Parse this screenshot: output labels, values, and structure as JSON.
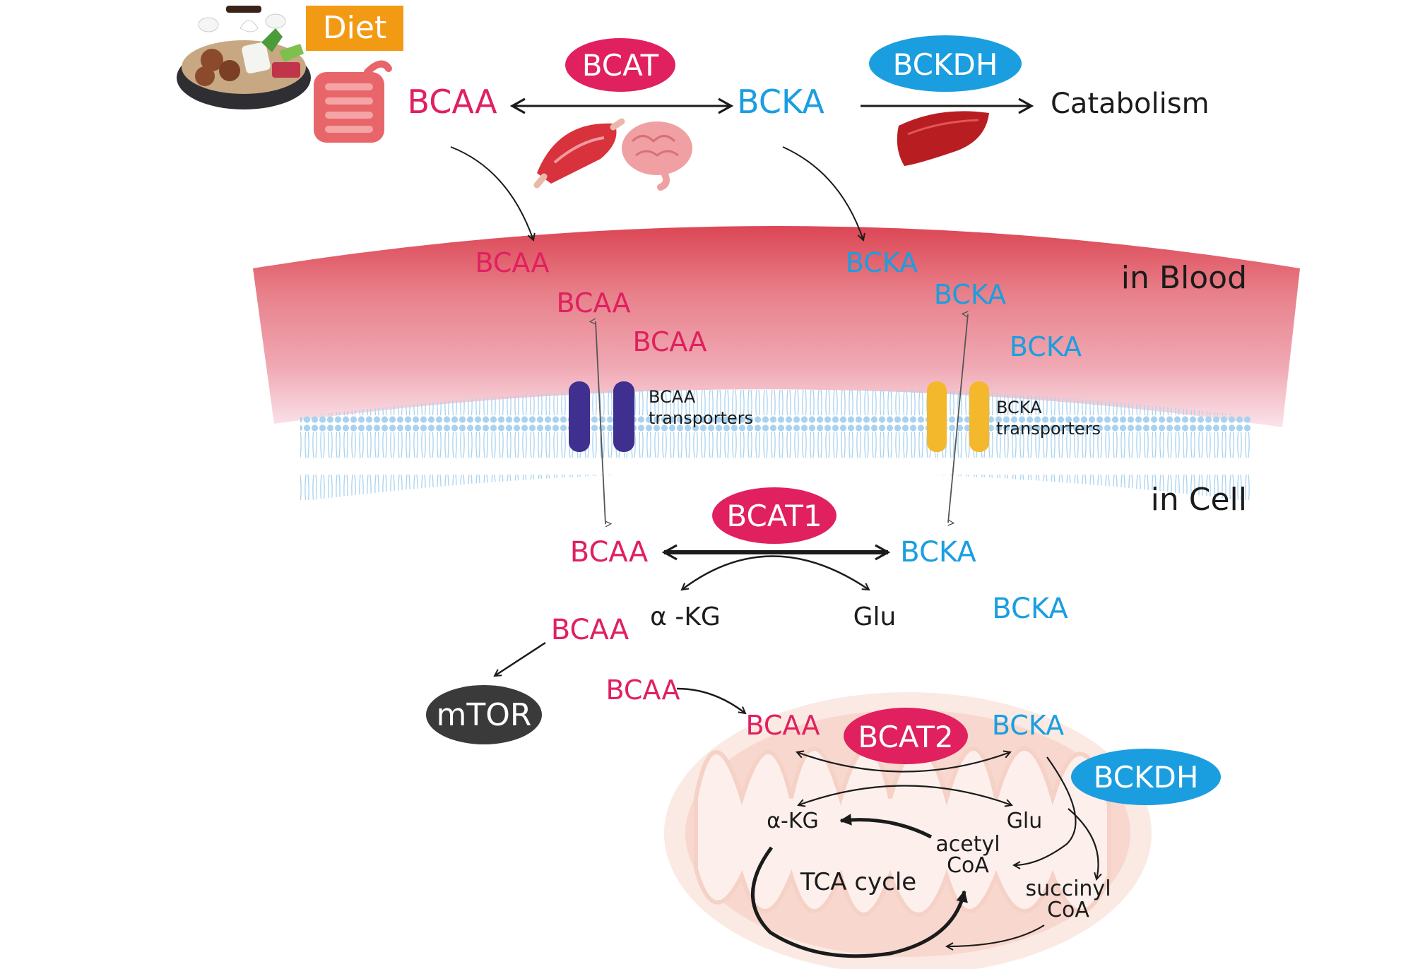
{
  "top": {
    "diet": "Diet",
    "bcaa": "BCAA",
    "bcat": "BCAT",
    "bcka": "BCKA",
    "bckdh": "BCKDH",
    "catabolism": "Catabolism"
  },
  "blood": {
    "region_label": "in Blood",
    "bcaa_1": "BCAA",
    "bcaa_2": "BCAA",
    "bcaa_3": "BCAA",
    "bcka_1": "BCKA",
    "bcka_2": "BCKA",
    "bcka_3": "BCKA"
  },
  "membrane": {
    "bcaa_transporters_line1": "BCAA",
    "bcaa_transporters_line2": "transporters",
    "bcka_transporters_line1": "BCKA",
    "bcka_transporters_line2": "transporters"
  },
  "cell": {
    "region_label": "in Cell",
    "bcaa": "BCAA",
    "bcat1": "BCAT1",
    "bcka": "BCKA",
    "akg": "α -KG",
    "glu": "Glu",
    "bcka_2": "BCKA",
    "bcaa_2": "BCAA",
    "mtor": "mTOR",
    "bcaa_3": "BCAA"
  },
  "mito": {
    "bcaa": "BCAA",
    "bcat2": "BCAT2",
    "bcka": "BCKA",
    "bckdh": "BCKDH",
    "akg": "α-KG",
    "glu": "Glu",
    "acetyl_line1": "acetyl",
    "acetyl_line2": "CoA",
    "tca": "TCA cycle",
    "succinyl_line1": "succinyl",
    "succinyl_line2": "CoA"
  },
  "colors": {
    "bcaa_pink": "#e0205f",
    "bcka_blue": "#1a9ee0",
    "diet_orange": "#f39a14",
    "bcaa_transporter": "#3f2f8f",
    "bcka_transporter": "#f4b82c",
    "mtor_gray": "#3a3a3a"
  },
  "icons": [
    "cooking-pot-icon",
    "intestine-icon",
    "muscle-icon",
    "brain-icon",
    "liver-icon",
    "mitochondrion-icon"
  ]
}
